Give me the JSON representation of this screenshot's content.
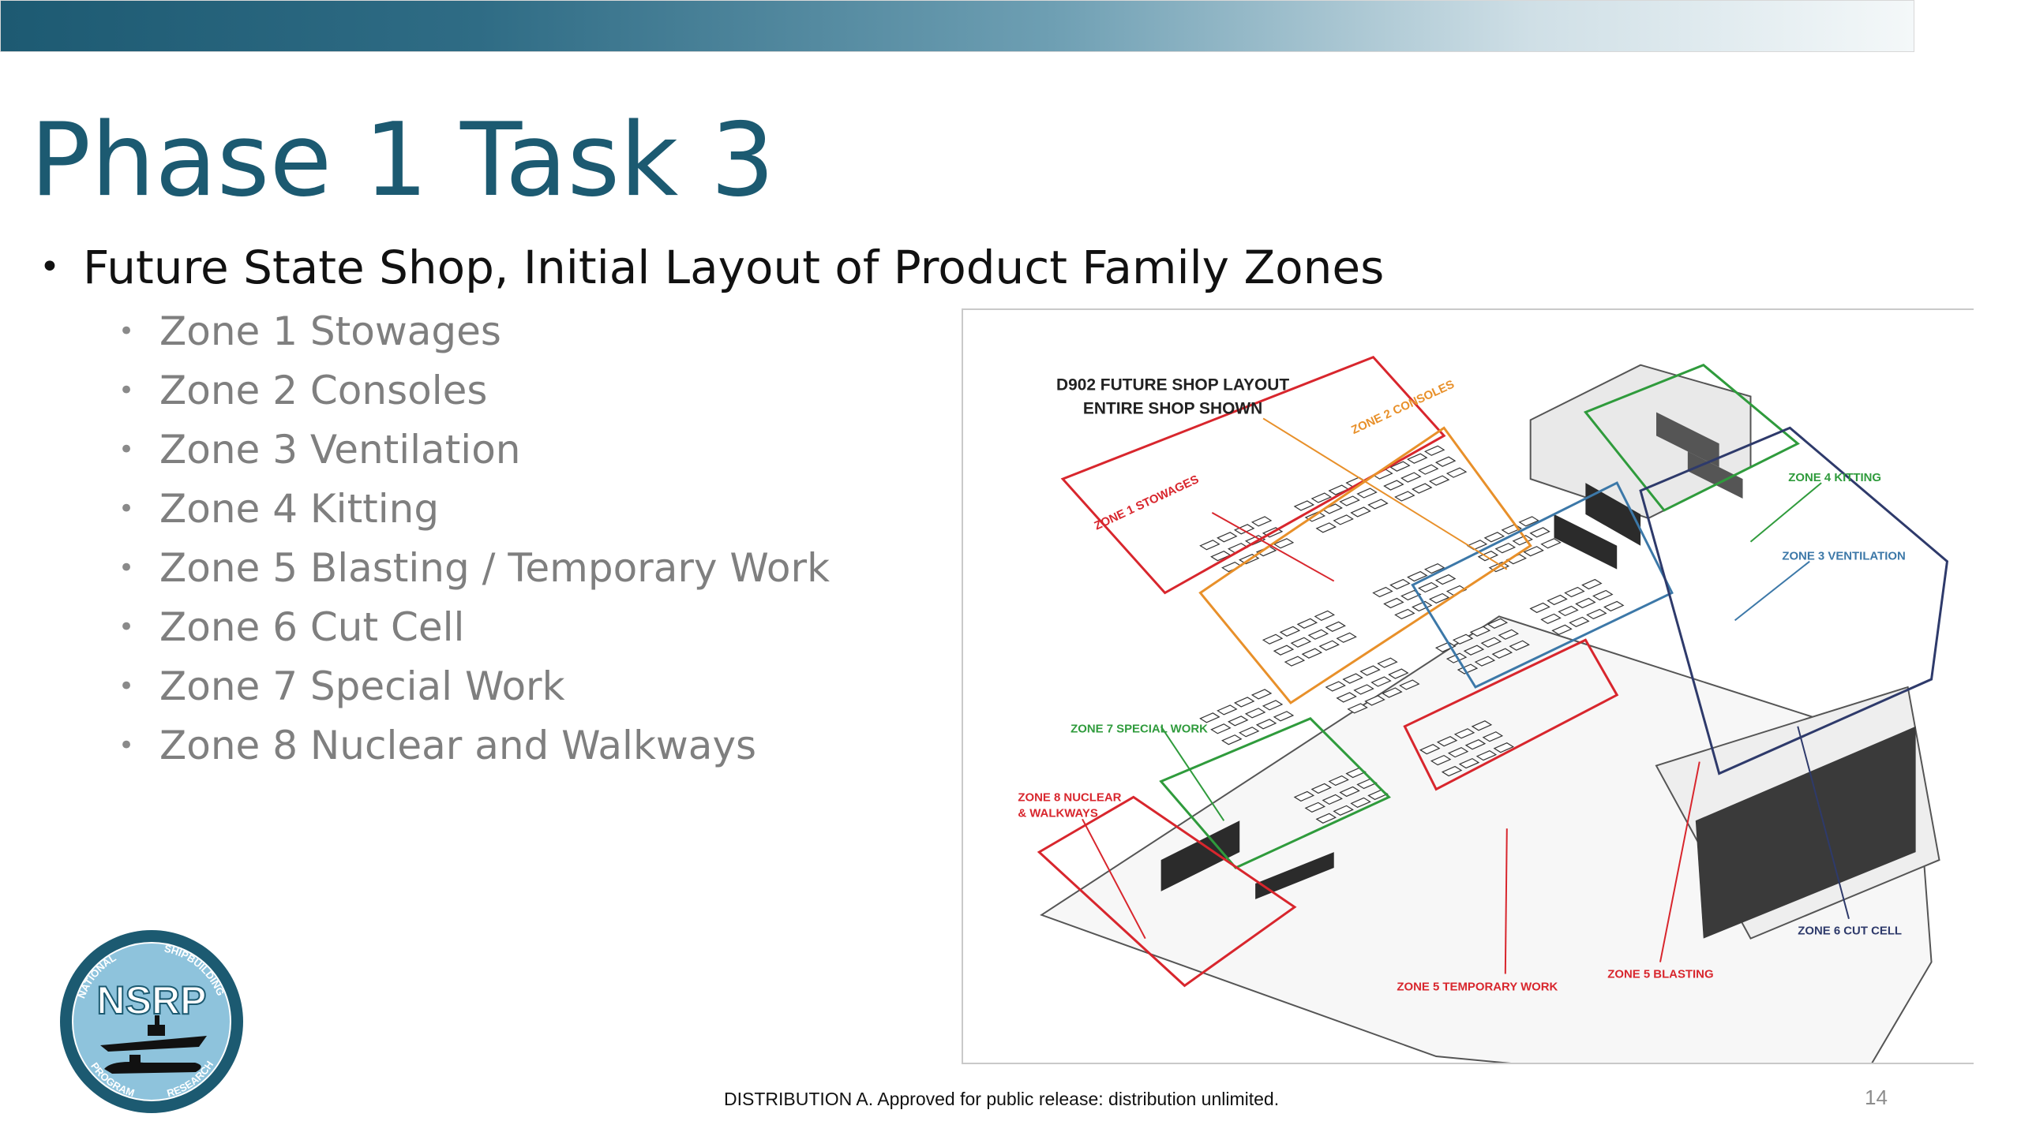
{
  "slide": {
    "title": "Phase 1 Task 3",
    "bullet": "Future State Shop, Initial Layout of Product Family Zones",
    "sub_bullets": [
      "Zone 1 Stowages",
      "Zone 2 Consoles",
      "Zone 3 Ventilation",
      "Zone 4 Kitting",
      "Zone 5 Blasting / Temporary Work",
      "Zone 6 Cut Cell",
      "Zone 7 Special Work",
      "Zone 8 Nuclear and Walkways"
    ],
    "footer": "DISTRIBUTION A.  Approved for public release: distribution unlimited.",
    "page_number": "14"
  },
  "figure": {
    "title_line1": "D902 FUTURE SHOP LAYOUT",
    "title_line2": "ENTIRE SHOP SHOWN",
    "labels": {
      "zone1": "ZONE 1 STOWAGES",
      "zone2": "ZONE 2 CONSOLES",
      "zone3": "ZONE 3 VENTILATION",
      "zone4": "ZONE 4 KITTING",
      "zone5_blasting": "ZONE 5 BLASTING",
      "zone5_temporary": "ZONE 5 TEMPORARY WORK",
      "zone6": "ZONE 6 CUT CELL",
      "zone7": "ZONE 7 SPECIAL WORK",
      "zone8_line1": "ZONE 8 NUCLEAR",
      "zone8_line2": "& WALKWAYS"
    },
    "colors": {
      "zone1": "#d8262d",
      "zone2": "#e8902a",
      "zone3": "#3c78a8",
      "zone4": "#2f9b3c",
      "zone5": "#d8262d",
      "zone6": "#2e3a6b",
      "zone7": "#2f9b3c",
      "zone8": "#d8262d"
    }
  },
  "logo": {
    "text": "NSRP",
    "ring_top_left": "NATIONAL",
    "ring_top_right": "SHIPBUILDING",
    "ring_bottom_left": "RESEARCH",
    "ring_bottom_right": "PROGRAM"
  },
  "theme": {
    "accent": "#1c5a71",
    "sub_bullet_gray": "#7f7f7f"
  }
}
